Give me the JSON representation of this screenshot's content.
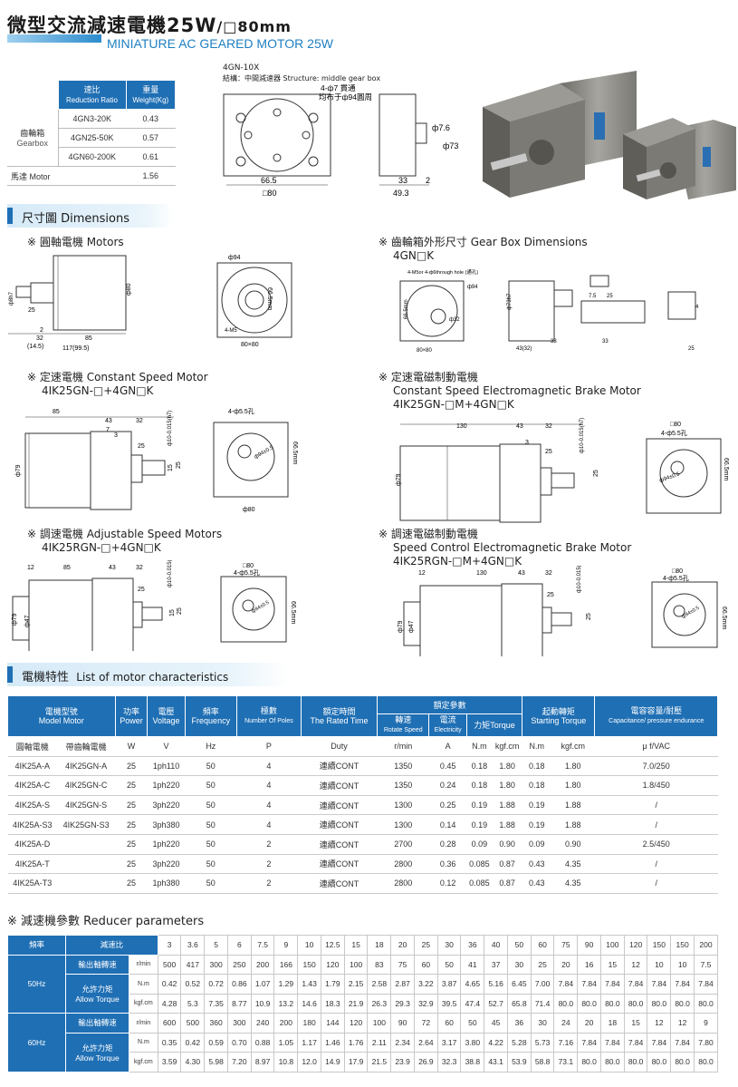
{
  "header": {
    "title": "微型交流減速電機25W",
    "title_size": "/□80mm",
    "subtitle": "MINIATURE AC GEARED MOTOR 25W"
  },
  "gearbox_table": {
    "col_ratio_cn": "速比",
    "col_ratio_en": "Reduction Ratio",
    "col_weight_cn": "重量",
    "col_weight_en": "Weight(Kg)",
    "group_cn": "齒輪箱",
    "group_en": "Gearbox",
    "rows": [
      {
        "model": "4GN3-20K",
        "weight": "0.43"
      },
      {
        "model": "4GN25-50K",
        "weight": "0.57"
      },
      {
        "model": "4GN60-200K",
        "weight": "0.61"
      }
    ],
    "motor_row": {
      "label": "馬達 Motor",
      "weight": "1.56"
    }
  },
  "top_drawing": {
    "model": "4GN-10X",
    "structure": "結構：中間減速器 Structure: middle gear box",
    "holes": "4-ф7 貫通",
    "pcd": "均布于ф94圓周",
    "d1": "66.5",
    "d2": "□80",
    "d3": "ф7.6",
    "d4": "ф73",
    "d5": "33",
    "d6": "2",
    "d7": "49.3"
  },
  "dimensions": {
    "section_title": "尺寸圖 Dimensions",
    "round_shaft_cn": "※ 圓軸電機",
    "round_shaft_en": "Motors",
    "gearbox_cn": "※ 齒輪箱外形尺寸",
    "gearbox_en": "Gear Box Dimensions",
    "gearbox_model": "4GN□K",
    "const_cn": "※ 定速電機",
    "const_en": "Constant Speed Motor",
    "const_model": "4IK25GN-□+4GN□K",
    "brake_cn": "※ 定速電磁制動電機",
    "brake_en": "Constant Speed Electromagnetic Brake Motor",
    "brake_model": "4IK25GN-□M+4GN□K",
    "adj_cn": "※ 調速電機",
    "adj_en": "Adjustable Speed Motors",
    "adj_model": "4IK25RGN-□+4GN□K",
    "adjbrake_cn": "※ 調速電磁制動電機",
    "adjbrake_en": "Speed Control Electromagnetic Brake Motor",
    "adjbrake_model": "4IK25RGN-□M+4GN□K"
  },
  "dims_text": {
    "d665mm": "66.5mm",
    "d8080": "80×80",
    "d80": "ф80",
    "d94": "ф94",
    "d4m5": "4-M5",
    "dx8": "ф8h7",
    "d25": "25",
    "d32": "32",
    "d85": "85",
    "d117": "117(99.5)",
    "d145": "(14.5)",
    "d2": "2",
    "d43": "43",
    "d7": "7",
    "d3": "3",
    "d15": "15",
    "d130": "130",
    "d12": "12",
    "d79": "ф79",
    "d47": "ф47",
    "d10": "ф10-0.015(h7)",
    "d455": "4-ф5.5孔",
    "d94p": "ф94±0.5",
    "d80b": "□80",
    "d80c": "ф80",
    "dgb_note": "4-M5or 4-ф6through hole (通孔)",
    "d73": "ф73h7",
    "d32b": "ф32",
    "d4332": "43(32)",
    "d33": "33",
    "d75": "7.5",
    "d4": "4"
  },
  "characteristics": {
    "section_title_cn": "電機特性",
    "section_title_en": "List of motor characteristics",
    "headers": {
      "model_cn": "電機型號",
      "model_en": "Model Motor",
      "power_cn": "功率",
      "power_en": "Power",
      "voltage_cn": "電壓",
      "voltage_en": "Voltage",
      "freq_cn": "頻率",
      "freq_en": "Frequency",
      "poles_cn": "極數",
      "poles_en": "Number Of Poles",
      "time_cn": "額定時間",
      "time_en": "The Rated Time",
      "rated_cn": "額定參數",
      "speed_cn": "轉速",
      "speed_en": "Rotate Speed",
      "current_cn": "電流",
      "current_en": "Electricity",
      "torque_cn": "力矩",
      "torque_en": "Torque",
      "start_cn": "起動轉矩",
      "start_en": "Starting Torque",
      "cap_cn": "電容容量/耐壓",
      "cap_en": "Capacitance/ pressure endurance"
    },
    "units": [
      "圓軸電機",
      "帶齒輪電機",
      "W",
      "V",
      "Hz",
      "P",
      "Duty",
      "r/min",
      "A",
      "N.m",
      "kgf.cm",
      "N.m",
      "kgf.cm",
      "μ f/VAC"
    ],
    "rows": [
      [
        "4IK25A-A",
        "4IK25GN-A",
        "25",
        "1ph110",
        "50",
        "4",
        "連續CONT",
        "1350",
        "0.45",
        "0.18",
        "1.80",
        "0.18",
        "1.80",
        "7.0/250"
      ],
      [
        "4IK25A-C",
        "4IK25GN-C",
        "25",
        "1ph220",
        "50",
        "4",
        "連續CONT",
        "1350",
        "0.24",
        "0.18",
        "1.80",
        "0.18",
        "1.80",
        "1.8/450"
      ],
      [
        "4IK25A-S",
        "4IK25GN-S",
        "25",
        "3ph220",
        "50",
        "4",
        "連續CONT",
        "1300",
        "0.25",
        "0.19",
        "1.88",
        "0.19",
        "1.88",
        "/"
      ],
      [
        "4IK25A-S3",
        "4IK25GN-S3",
        "25",
        "3ph380",
        "50",
        "4",
        "連續CONT",
        "1300",
        "0.14",
        "0.19",
        "1.88",
        "0.19",
        "1.88",
        "/"
      ],
      [
        "4IK25A-D",
        "",
        "25",
        "1ph220",
        "50",
        "2",
        "連續CONT",
        "2700",
        "0.28",
        "0.09",
        "0.90",
        "0.09",
        "0.90",
        "2.5/450"
      ],
      [
        "4IK25A-T",
        "",
        "25",
        "3ph220",
        "50",
        "2",
        "連續CONT",
        "2800",
        "0.36",
        "0.085",
        "0.87",
        "0.43",
        "4.35",
        "/"
      ],
      [
        "4IK25A-T3",
        "",
        "25",
        "1ph380",
        "50",
        "2",
        "連續CONT",
        "2800",
        "0.12",
        "0.085",
        "0.87",
        "0.43",
        "4.35",
        "/"
      ]
    ]
  },
  "reducer": {
    "section_title_cn": "※ 減速機參數",
    "section_title_en": "Reducer parameters",
    "freq_label": "頻率",
    "ratio_label": "減速比",
    "ratios": [
      "3",
      "3.6",
      "5",
      "6",
      "7.5",
      "9",
      "10",
      "12.5",
      "15",
      "18",
      "20",
      "25",
      "30",
      "36",
      "40",
      "50",
      "60",
      "75",
      "90",
      "100",
      "120",
      "150",
      "150",
      "200"
    ],
    "groups": [
      {
        "freq": "50Hz",
        "speed_label": "輸出軸轉速",
        "torque_cn": "允許力矩",
        "torque_en": "Allow Torque",
        "speed_unit": "r/min",
        "nm_unit": "N.m",
        "kgf_unit": "kgf.cm",
        "speed": [
          "500",
          "417",
          "300",
          "250",
          "200",
          "166",
          "150",
          "120",
          "100",
          "83",
          "75",
          "60",
          "50",
          "41",
          "37",
          "30",
          "25",
          "20",
          "16",
          "15",
          "12",
          "10",
          "10",
          "7.5"
        ],
        "nm": [
          "0.42",
          "0.52",
          "0.72",
          "0.86",
          "1.07",
          "1.29",
          "1.43",
          "1.79",
          "2.15",
          "2.58",
          "2.87",
          "3.22",
          "3.87",
          "4.65",
          "5.16",
          "6.45",
          "7.00",
          "7.84",
          "7.84",
          "7.84",
          "7.84",
          "7.84",
          "7.84",
          "7.84"
        ],
        "kgf": [
          "4.28",
          "5.3",
          "7.35",
          "8.77",
          "10.9",
          "13.2",
          "14.6",
          "18.3",
          "21.9",
          "26.3",
          "29.3",
          "32.9",
          "39.5",
          "47.4",
          "52.7",
          "65.8",
          "71.4",
          "80.0",
          "80.0",
          "80.0",
          "80.0",
          "80.0",
          "80.0",
          "80.0"
        ]
      },
      {
        "freq": "60Hz",
        "speed_label": "輸出軸轉速",
        "torque_cn": "允許力矩",
        "torque_en": "Allow Torque",
        "speed_unit": "r/min",
        "nm_unit": "N.m",
        "kgf_unit": "kgf.cm",
        "speed": [
          "600",
          "500",
          "360",
          "300",
          "240",
          "200",
          "180",
          "144",
          "120",
          "100",
          "90",
          "72",
          "60",
          "50",
          "45",
          "36",
          "30",
          "24",
          "20",
          "18",
          "15",
          "12",
          "12",
          "9"
        ],
        "nm": [
          "0.35",
          "0.42",
          "0.59",
          "0.70",
          "0.88",
          "1.05",
          "1.17",
          "1.46",
          "1.76",
          "2.11",
          "2.34",
          "2.64",
          "3.17",
          "3.80",
          "4.22",
          "5.28",
          "5.73",
          "7.16",
          "7.84",
          "7.84",
          "7.84",
          "7.84",
          "7.84",
          "7.80"
        ],
        "kgf": [
          "3.59",
          "4.30",
          "5.98",
          "7.20",
          "8.97",
          "10.8",
          "12.0",
          "14.9",
          "17.9",
          "21.5",
          "23.9",
          "26.9",
          "32.3",
          "38.8",
          "43.1",
          "53.9",
          "58.8",
          "73.1",
          "80.0",
          "80.0",
          "80.0",
          "80.0",
          "80.0",
          "80.0"
        ]
      }
    ]
  },
  "colors": {
    "accent": "#1f6fb4",
    "subtitle": "#1e7fc2",
    "motor_body": "#8d8c86"
  }
}
